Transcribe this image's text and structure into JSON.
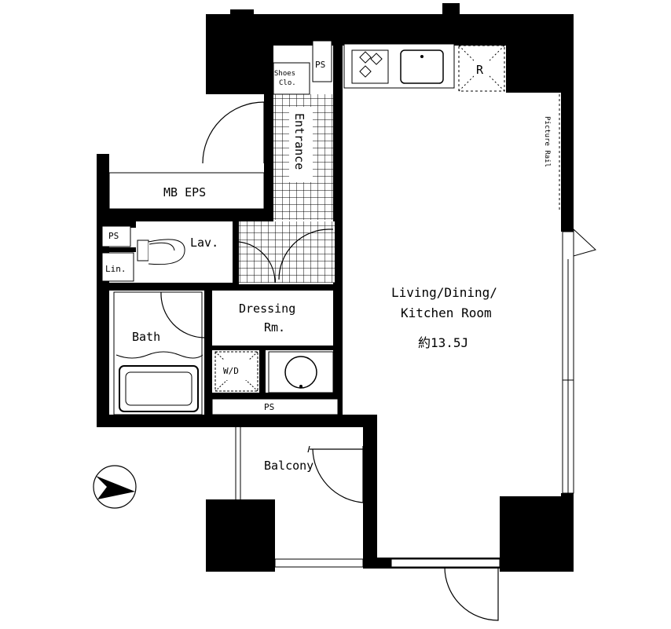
{
  "rooms": {
    "ldk_line1": "Living/Dining/",
    "ldk_line2": "Kitchen Room",
    "ldk_area": "約13.5J",
    "bath": "Bath",
    "dressing_line1": "Dressing",
    "dressing_line2": "Rm.",
    "lavatory": "Lav.",
    "entrance": "Entrance",
    "balcony": "Balcony",
    "mb_eps": "MB EPS"
  },
  "labels": {
    "shoes_line1": "Shoes",
    "shoes_line2": "Clo.",
    "ps_top": "PS",
    "ps_left": "PS",
    "ps_bottom": "PS",
    "linen": "Lin.",
    "wd": "W/D",
    "refrigerator": "R",
    "picture_rail": "Picture Rail"
  },
  "icons": {
    "compass": "north-arrow-icon",
    "stove": "stove-icon",
    "sink": "kitchen-sink-icon",
    "toilet": "toilet-icon",
    "bathtub": "bathtub-icon",
    "washbasin": "washbasin-icon"
  },
  "colors": {
    "wall": "#000000",
    "floor": "#ffffff"
  }
}
